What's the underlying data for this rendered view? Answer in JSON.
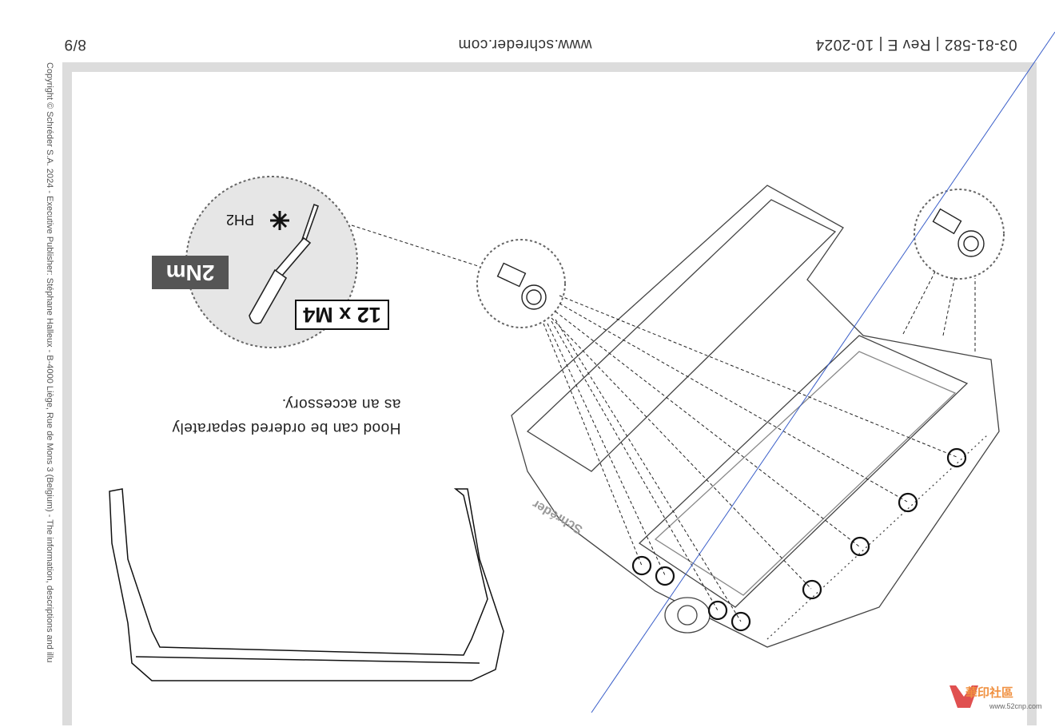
{
  "header": {
    "doc_ref": "03-81-582 | Rev E | 10-2024",
    "website": "www.schreder.com",
    "page": "8/9"
  },
  "copyright": "Copyright © Schréder S.A. 2024 - Executive Publisher: Stéphane Halleux - B-4000 Liège, Rue de Mons 3 (Belgium) - The information, descriptions and illu",
  "tool": {
    "torque": "2Nm",
    "screws": "12 x M4",
    "bit": "PH2",
    "bit_icon": "phillips-star-icon"
  },
  "note": {
    "line1": "Hood can be ordered separately",
    "line2": "as an accessory."
  },
  "luminaire_logo": "Schréder",
  "watermark": {
    "text": "華印社區",
    "url": "www.52cnp.com"
  },
  "colors": {
    "frame": "#dcdcdc",
    "badge": "#555555",
    "guide_line": "#3b5fc9"
  }
}
